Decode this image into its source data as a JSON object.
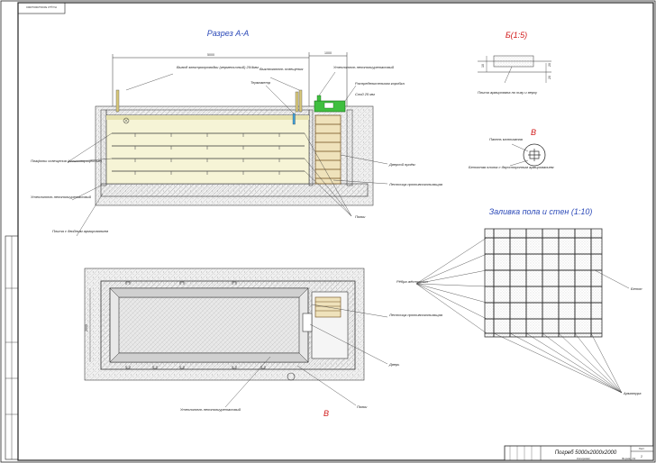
{
  "top_left_stamp": "Погреб 5000х2000х2000",
  "sections": {
    "section_aa": "Разрез А-А",
    "section_b": "Б(1:5)",
    "section_v_marker": "В",
    "floor_walls": "Заливка пола и стен (1:10)",
    "plan_marker": "В"
  },
  "dimensions": {
    "len_5000": "5000",
    "len_1000": "1000",
    "height_2000": "2000",
    "b_10": "10",
    "b_20": "20",
    "b_20b": "20"
  },
  "callouts_section": {
    "vent_pipe": "Вывод электропроводки (гермети­чный) 20/4мм",
    "switch_hot": "Выключатель освещения",
    "thermometer": "Термометр",
    "insulation_top": "Утеплитель пенополиуретановый",
    "distribution_box": "Распределительная коробка",
    "thin_layer": "Слой 25 мм",
    "lamps": "Плафоны освещения (влагозащищённые)",
    "door": "Дверной проём",
    "ladder_insul": "Лестница противоскользящая",
    "insulation_left": "Утеплитель пенополиуретановый",
    "slab": "Плита с двойным армированием",
    "shelves": "Полки"
  },
  "callouts_plan": {
    "stair": "Лестница противоскользящая",
    "door": "Дверь",
    "insulation": "Утеплитель пенополиуретановый",
    "shelves": "Полки"
  },
  "callouts_b": {
    "slab_arm": "Плита армирована по низу и верху"
  },
  "callouts_v": {
    "panel": "Панель монтажная",
    "base": "Бетонная плита с двухсторонним армированием"
  },
  "callouts_grid": {
    "ribs": "Рёбра жёсткости",
    "concrete": "Бетон",
    "rebar": "Арматура"
  },
  "titleblock": {
    "name": "Погреб 5000х2000х2000",
    "sheet_label": "Лист",
    "sheet_num": "2",
    "format": "Формат А3",
    "copied": "Копировал"
  },
  "colors": {
    "section_title": "#2b49b8",
    "marker": "#d11a1a",
    "box_green": "#3fbf3f",
    "cellar_fill": "#f6f4d6"
  }
}
